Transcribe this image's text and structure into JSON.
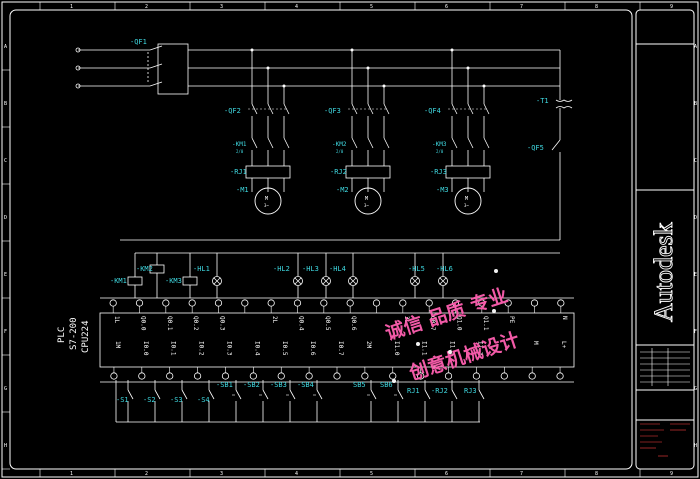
{
  "drawing": {
    "colors": {
      "background": "#000000",
      "line": "#ffffff",
      "cyan": "#3fd8e0",
      "pink": "#ff5fb0",
      "title_red": "#ff4040"
    },
    "border_ticks_top": [
      "1",
      "2",
      "3",
      "4",
      "5",
      "6",
      "7",
      "8",
      "9"
    ],
    "border_ticks_bottom": [
      "1",
      "2",
      "3",
      "4",
      "5",
      "6",
      "7",
      "8",
      "9"
    ],
    "border_ticks_side": [
      "A",
      "B",
      "C",
      "D",
      "E",
      "F",
      "G",
      "H"
    ],
    "title_block": {
      "logo": "Autodesk"
    },
    "labels": {
      "qf1": "-QF1",
      "qf2": "-QF2",
      "qf3": "-QF3",
      "qf4": "-QF4",
      "qf5": "-QF5",
      "t1": "-T1",
      "km1_top": "-KM1",
      "km2_top": "-KM2",
      "km3_top": "-KM3",
      "km_sub": "2/0",
      "rj1": "-RJ1",
      "rj2": "-RJ2",
      "rj3": "-RJ3",
      "m1": "-M1",
      "m2": "-M2",
      "m3": "-M3",
      "motor_m": "M",
      "motor_3": "3~",
      "km1_coil": "-KM1",
      "km2_coil": "-KM2",
      "km3_coil": "-KM3",
      "hl1": "-HL1",
      "hl2": "-HL2",
      "hl3": "-HL3",
      "hl4": "-HL4",
      "hl5": "-HL5",
      "hl6": "-HL6",
      "plc": "PLC",
      "s7": "S7-200",
      "cpu": "CPU224",
      "s1": "-S1",
      "s2": "-S2",
      "s3": "-S3",
      "s4": "-S4",
      "sb1": "-SB1",
      "sb2": "-SB2",
      "sb3": "-SB3",
      "sb4": "-SB4",
      "sb5": "SB5",
      "sb6": "SB6",
      "rj1b": "RJ1",
      "rj2b": "-RJ2",
      "rj3b": "RJ3"
    },
    "plc_top_terminals": [
      "1L",
      "Q0.0",
      "Q0.1",
      "Q0.2",
      "Q0.3",
      "",
      "2L",
      "Q0.4",
      "Q0.5",
      "Q0.6",
      "",
      "3L",
      "Q0.7",
      "Q1.0",
      "Q1.1",
      "PE",
      "",
      "N"
    ],
    "plc_bottom_terminals": [
      "1M",
      "I0.0",
      "I0.1",
      "I0.2",
      "I0.3",
      "I0.4",
      "I0.5",
      "I0.6",
      "I0.7",
      "2M",
      "I1.0",
      "I1.1",
      "I1.2",
      "I1.3",
      "",
      "M",
      "L+"
    ],
    "watermark": {
      "line1": "诚信 品质 专业",
      "line2": "创意机械设计"
    }
  }
}
